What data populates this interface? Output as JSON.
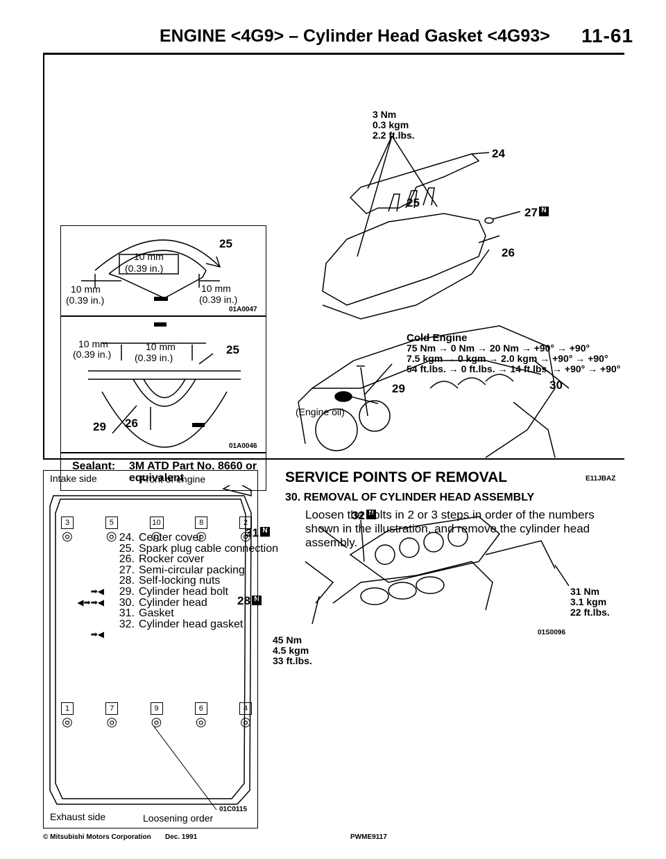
{
  "header": {
    "title": "ENGINE <4G9> – Cylinder Head Gasket <4G93>",
    "page": "11-61"
  },
  "inset_top": {
    "dim_center_mm": "10 mm",
    "dim_center_in": "(0.39 in.)",
    "dim_left_mm": "10 mm",
    "dim_left_in": "(0.39 in.)",
    "dim_right_mm": "10 mm",
    "dim_right_in": "(0.39 in.)",
    "callout": "25",
    "code": "01A0047"
  },
  "inset_bottom": {
    "dim_left_mm": "10 mm",
    "dim_left_in": "(0.39 in.)",
    "dim_center_mm": "10 mm",
    "dim_center_in": "(0.39 in.)",
    "callout_25": "25",
    "callout_29": "29",
    "callout_26": "26",
    "code": "01A0046"
  },
  "sealant": {
    "label": "Sealant:",
    "text": "3M ATD Part No. 8660 or equivalent"
  },
  "torque_top": {
    "line1": "3 Nm",
    "line2": "0.3 kgm",
    "line3": "2.2 ft.lbs."
  },
  "torque_cold": {
    "title": "Cold Engine",
    "line1": "75 Nm → 0 Nm → 20 Nm → +90° → +90°",
    "line2": "7.5 kgm → 0 kgm → 2.0 kgm → +90° → +90°",
    "line3": "54 ft.lbs. → 0 ft.lbs. → 14 ft.lbs. → +90° → +90°"
  },
  "engine_oil": "(Engine oil)",
  "torque_right": {
    "line1": "31 Nm",
    "line2": "3.1 kgm",
    "line3": "22 ft.lbs."
  },
  "torque_bottom": {
    "line1": "45 Nm",
    "line2": "4.5 kgm",
    "line3": "33 ft.lbs."
  },
  "callouts": {
    "c24": "24",
    "c25": "25",
    "c27": "27",
    "c26": "26",
    "c29": "29",
    "c30": "30",
    "c31": "31",
    "c32": "32",
    "c28": "28"
  },
  "main_code": "01S0096",
  "parts": [
    {
      "num": "24.",
      "name": "Center cover"
    },
    {
      "num": "25.",
      "name": "Spark plug cable connection"
    },
    {
      "num": "26.",
      "name": "Rocker cover"
    },
    {
      "num": "27.",
      "name": "Semi-circular packing"
    },
    {
      "num": "28.",
      "name": "Self-locking nuts"
    },
    {
      "num": "29.",
      "name": "Cylinder head bolt"
    },
    {
      "num": "30.",
      "name": "Cylinder head"
    },
    {
      "num": "31.",
      "name": "Gasket"
    },
    {
      "num": "32.",
      "name": "Cylinder head gasket"
    }
  ],
  "marks": {
    "m29": "➡◀",
    "m30": "◀➡➡◀",
    "m32": "➡◀"
  },
  "order_diagram": {
    "intake": "Intake side",
    "front": "Front of engine",
    "exhaust": "Exhaust side",
    "loosening": "Loosening order",
    "code": "01C0115",
    "top_row": [
      "3",
      "5",
      "10",
      "8",
      "2"
    ],
    "bottom_row": [
      "1",
      "7",
      "9",
      "6",
      "4"
    ]
  },
  "service": {
    "title": "SERVICE POINTS OF REMOVAL",
    "code": "E11JBAZ",
    "subtitle": "30. REMOVAL OF CYLINDER HEAD ASSEMBLY",
    "body": "Loosen the bolts in 2 or 3 steps in order of the numbers shown in the illustration, and remove the cylinder head assembly."
  },
  "footer": {
    "copyright": "© Mitsubishi Motors Corporation",
    "date": "Dec. 1991",
    "code": "PWME9117"
  }
}
